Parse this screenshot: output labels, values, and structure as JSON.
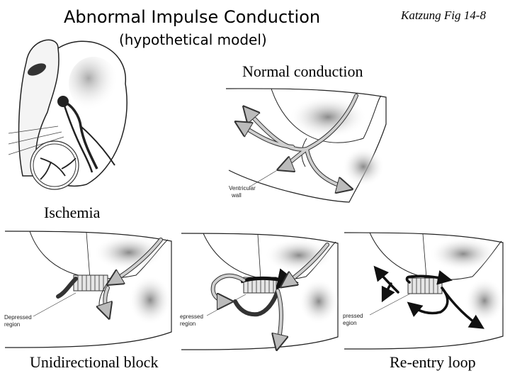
{
  "slide": {
    "title": "Abnormal Impulse Conduction",
    "subtitle": "(hypothetical model)",
    "citation": "Katzung Fig 14-8",
    "captions": {
      "normal": "Normal conduction",
      "ischemia": "Ischemia",
      "unidirectional": "Unidirectional block",
      "reentry": "Re-entry loop"
    },
    "figure_labels": {
      "ventricular_wall": [
        "Ventricular",
        "wall"
      ],
      "depressed_region_full": [
        "Depressed",
        "region"
      ],
      "depressed_region_cut_1": [
        "epressed",
        "region"
      ],
      "depressed_region_cut_2": [
        "pressed",
        "egion"
      ]
    }
  },
  "colors": {
    "text": "#000000",
    "line": "#222222",
    "shade": "#9a9a9a",
    "arrow_light": "#cfcfcf"
  }
}
